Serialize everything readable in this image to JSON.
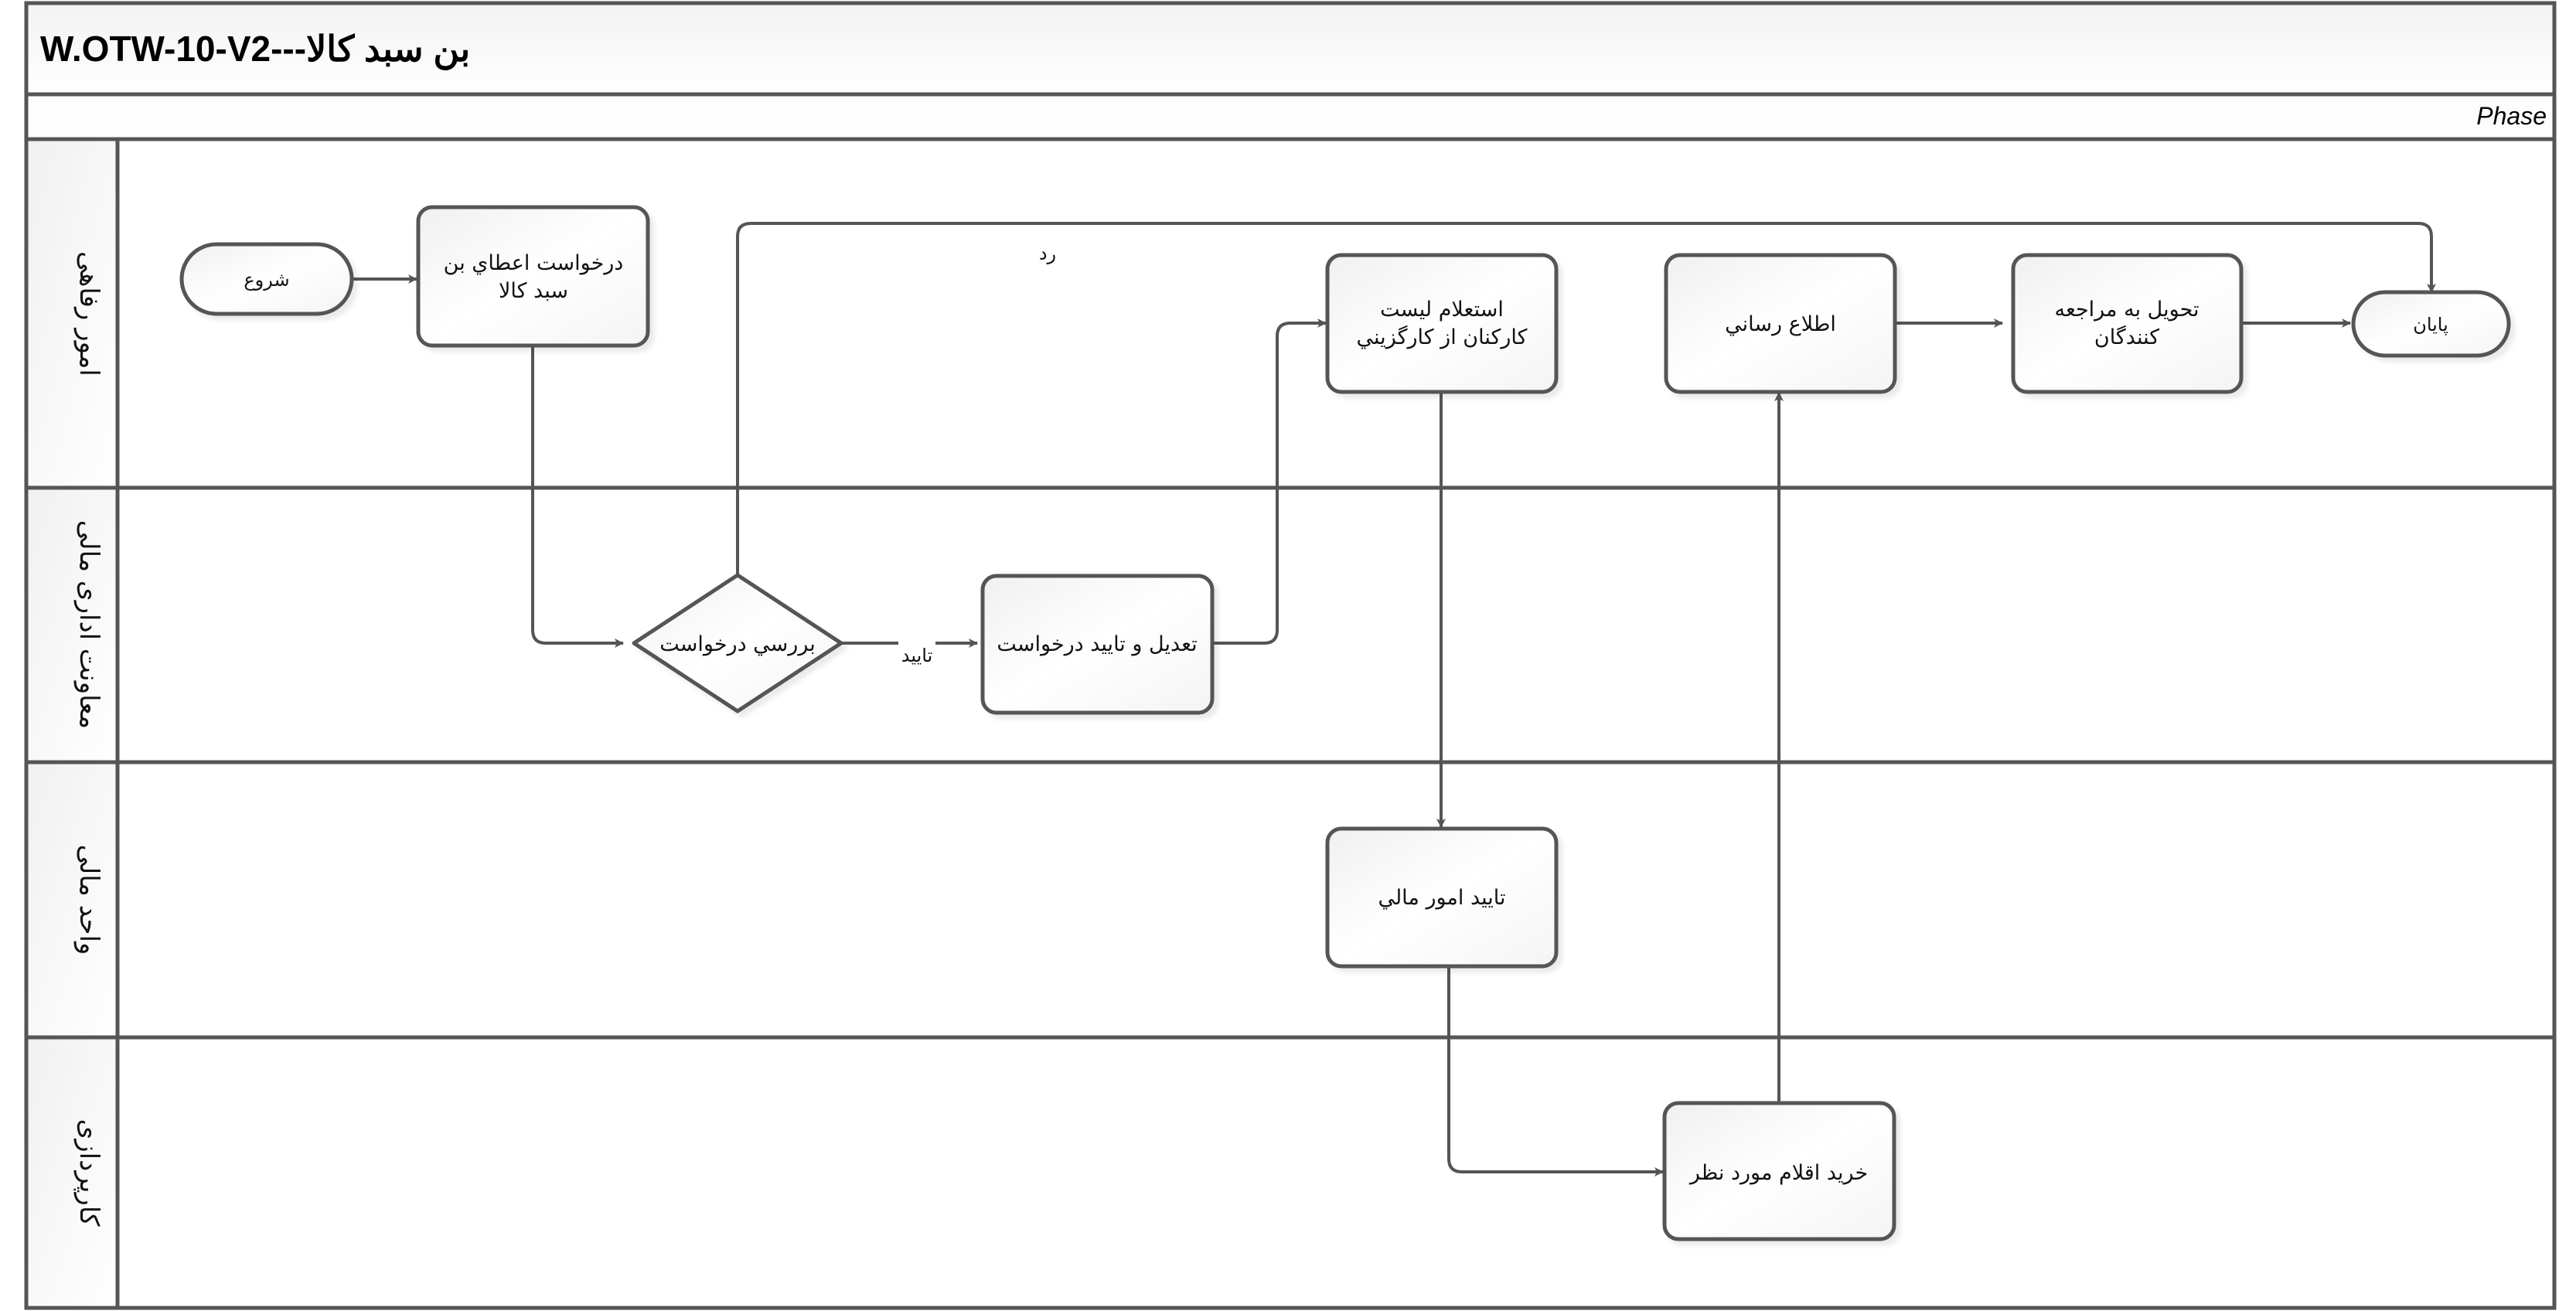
{
  "diagram": {
    "title": "W.OTW-10-V2---بن سبد کالا",
    "phase_label": "Phase",
    "colors": {
      "stroke": "#555555",
      "fill_top": "#ffffff",
      "fill_bottom": "#f0f0f0",
      "text": "#111111"
    },
    "lanes": [
      {
        "id": "welfare",
        "label": "امور رفاهی"
      },
      {
        "id": "admin_finance_deputy",
        "label": "معاونت اداری مالی"
      },
      {
        "id": "finance_unit",
        "label": "واحد مالی"
      },
      {
        "id": "procurement",
        "label": "کارپردازی"
      }
    ],
    "nodes": [
      {
        "id": "start",
        "type": "terminator",
        "lane": "welfare",
        "label": "شروع"
      },
      {
        "id": "request",
        "type": "process",
        "lane": "welfare",
        "label": [
          "درخواست اعطاي بن",
          "سبد كالا"
        ]
      },
      {
        "id": "review",
        "type": "decision",
        "lane": "admin_finance_deputy",
        "label": "بررسي درخواست"
      },
      {
        "id": "edit_approve",
        "type": "process",
        "lane": "admin_finance_deputy",
        "label": [
          "تعديل و تاييد درخواست"
        ]
      },
      {
        "id": "inquiry",
        "type": "process",
        "lane": "welfare",
        "label": [
          "استعلام ليست",
          "كاركنان از كارگزيني"
        ]
      },
      {
        "id": "finance_approve",
        "type": "process",
        "lane": "finance_unit",
        "label": [
          "تاييد امور مالي"
        ]
      },
      {
        "id": "purchase",
        "type": "process",
        "lane": "procurement",
        "label": [
          "خريد اقلام مورد نظر"
        ]
      },
      {
        "id": "notify",
        "type": "process",
        "lane": "welfare",
        "label": [
          "اطلاع رساني"
        ]
      },
      {
        "id": "deliver",
        "type": "process",
        "lane": "welfare",
        "label": [
          "تحويل به مراجعه",
          "كنندگان"
        ]
      },
      {
        "id": "end",
        "type": "terminator",
        "lane": "welfare",
        "label": "پايان"
      }
    ],
    "edges": [
      {
        "from": "start",
        "to": "request",
        "label": ""
      },
      {
        "from": "request",
        "to": "review",
        "label": ""
      },
      {
        "from": "review",
        "to": "edit_approve",
        "label": "تایید"
      },
      {
        "from": "review",
        "to": "end",
        "label": "رد"
      },
      {
        "from": "edit_approve",
        "to": "inquiry",
        "label": ""
      },
      {
        "from": "inquiry",
        "to": "finance_approve",
        "label": ""
      },
      {
        "from": "finance_approve",
        "to": "purchase",
        "label": ""
      },
      {
        "from": "purchase",
        "to": "notify",
        "label": ""
      },
      {
        "from": "notify",
        "to": "deliver",
        "label": ""
      },
      {
        "from": "deliver",
        "to": "end",
        "label": ""
      }
    ]
  }
}
